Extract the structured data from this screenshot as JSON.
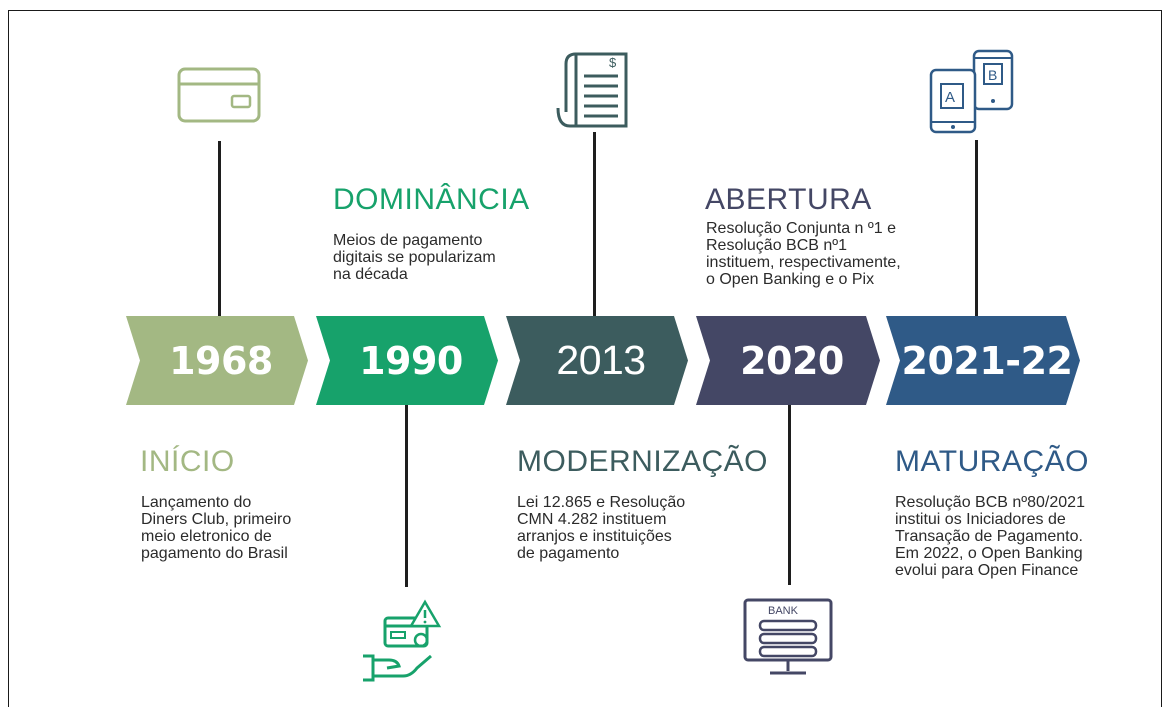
{
  "colors": {
    "y1968": "#a3b883",
    "y1990": "#17a26b",
    "y2013": "#3c5c5e",
    "y2020": "#444765",
    "y2021": "#2f5a87",
    "connector": "#1e1e1e"
  },
  "icons": {
    "y1968": "credit-card-icon",
    "y1990": "hand-card-alert-icon",
    "y2013": "document-dollar-icon",
    "y2020": "bank-monitor-icon",
    "y2021": "devices-a-b-icon"
  },
  "timeline": [
    {
      "year": "1968",
      "heading": "INÍCIO",
      "text": "Lançamento do\nDiners Club, primeiro\nmeio eletronico de\npagamento do Brasil"
    },
    {
      "year": "1990",
      "heading": "DOMINÂNCIA",
      "text": "Meios de pagamento\ndigitais se popularizam\nna década"
    },
    {
      "year": "2013",
      "heading": "MODERNIZAÇÃO",
      "text": "Lei 12.865 e Resolução\nCMN 4.282 instituem\narranjos e instituições\nde pagamento"
    },
    {
      "year": "2020",
      "heading": "ABERTURA",
      "text": "Resolução Conjunta n º1 e\nResolução BCB nº1\ninstituem, respectivamente,\no Open Banking e o Pix"
    },
    {
      "year": "2021-22",
      "heading": "MATURAÇÃO",
      "text": "Resolução BCB nº80/2021\ninstitui os Iniciadores de\nTransação de Pagamento.\nEm 2022, o Open Banking\nevolui para Open Finance"
    }
  ],
  "icon_labels": {
    "bank": "BANK",
    "dollar": "$",
    "device_a": "A",
    "device_b": "B"
  }
}
